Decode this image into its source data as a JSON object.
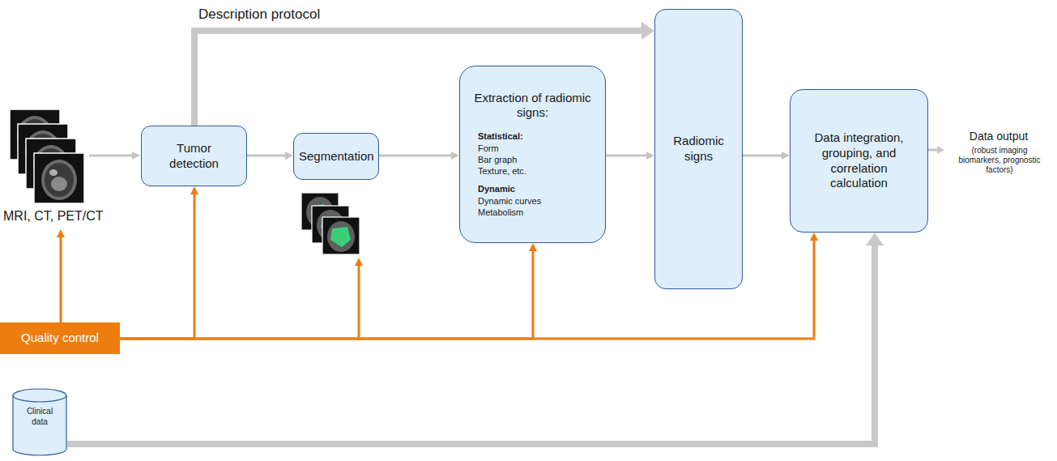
{
  "diagram": {
    "nodes": [
      {
        "text": [
          "Tumor detection"
        ]
      },
      {
        "text": [
          "Segmentation"
        ]
      },
      {
        "text": [
          "Extraction of radiomic signs:",
          "Statistical:",
          "Form",
          "Bar graph",
          "Texture, etc.",
          "Dynamic",
          "Dynamic curves",
          "Metabolism"
        ]
      },
      {
        "text": [
          "Radiomic signs"
        ]
      },
      {
        "text": [
          "Data integration, grouping, and correlation calculation"
        ]
      },
      {
        "text": [
          "Quality control"
        ]
      },
      {
        "text": [
          "Clinical data"
        ]
      }
    ],
    "edges": [
      {
        "from": 0,
        "to": 1,
        "arrow": "to"
      },
      {
        "from": 1,
        "to": 2,
        "arrow": "to"
      },
      {
        "from": 2,
        "to": 3,
        "arrow": "to"
      },
      {
        "from": 3,
        "to": 4,
        "arrow": "to"
      },
      {
        "from": 0,
        "to": 3,
        "label": "Description protocol",
        "arrow": "to"
      },
      {
        "from": 5,
        "to": 0,
        "arrow": "to"
      },
      {
        "from": 5,
        "to": 2,
        "arrow": "to"
      },
      {
        "from": 5,
        "to": 4,
        "arrow": "to"
      },
      {
        "from": 6,
        "to": 4,
        "arrow": "to"
      }
    ],
    "labels": [
      "MRI, CT, PET/CT",
      "Data output",
      "(robust imaging biomarkers, prognostic factors)"
    ]
  }
}
